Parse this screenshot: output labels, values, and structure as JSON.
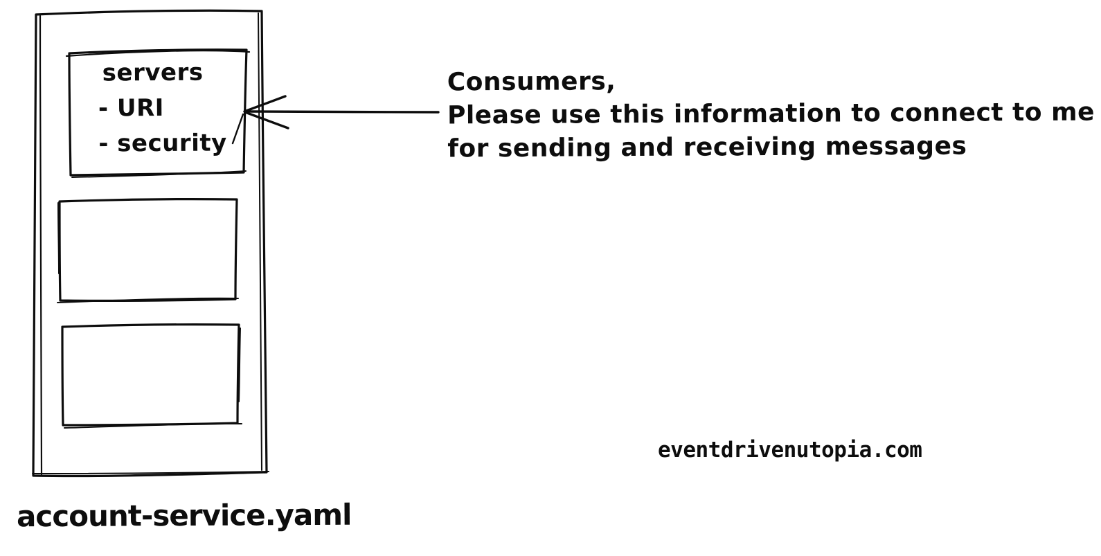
{
  "colors": {
    "background": "#ffffff",
    "ink": "#0d0d0d"
  },
  "yaml_file": {
    "label": "account-service.yaml",
    "servers_box": {
      "title": "servers",
      "items": [
        "- URI",
        "- security"
      ]
    },
    "empty_box_count": 2
  },
  "annotation": {
    "lines": [
      "Consumers,",
      "Please use this information to connect to me",
      "for sending and receiving messages"
    ]
  },
  "watermark": {
    "text": "eventdrivenutopia.com"
  }
}
